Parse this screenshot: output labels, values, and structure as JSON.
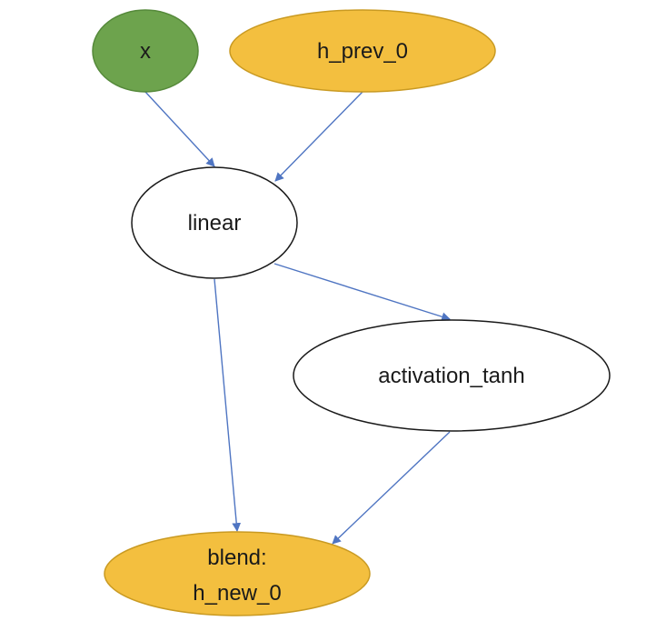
{
  "diagram": {
    "colors": {
      "input": "#6da34d",
      "input_stroke": "#55893a",
      "state": "#f3bf3f",
      "state_stroke": "#c99a22",
      "op": "#ffffff",
      "op_stroke": "#1a1a1a",
      "edge": "#4f75c2"
    },
    "nodes": {
      "x": {
        "label": "x"
      },
      "h_prev": {
        "label": "h_prev_0"
      },
      "linear": {
        "label": "linear"
      },
      "activation": {
        "label": "activation_tanh"
      },
      "blend": {
        "line1": "blend:",
        "line2": "h_new_0"
      }
    },
    "edges": [
      {
        "from": "x",
        "to": "linear"
      },
      {
        "from": "h_prev_0",
        "to": "linear"
      },
      {
        "from": "linear",
        "to": "activation_tanh"
      },
      {
        "from": "linear",
        "to": "blend"
      },
      {
        "from": "activation_tanh",
        "to": "blend"
      }
    ]
  }
}
